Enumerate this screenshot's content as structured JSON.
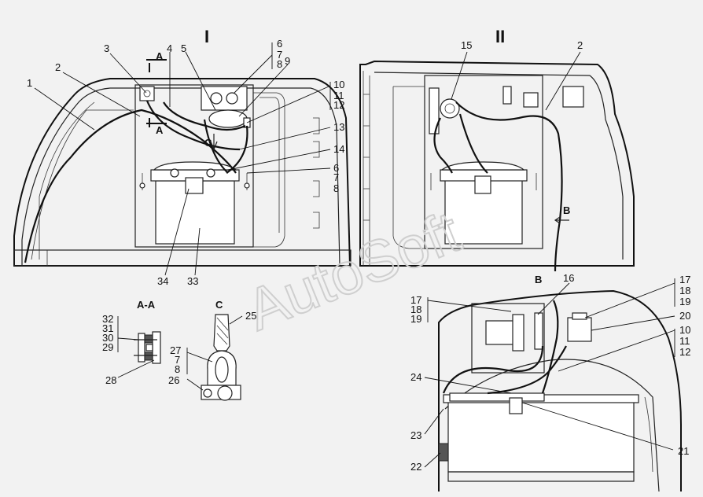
{
  "view_titles": {
    "view1": "I",
    "view2": "II"
  },
  "section_titles": {
    "aa": "A-A",
    "c": "C"
  },
  "arrow_letters": {
    "a_top": "A",
    "a_bottom": "A",
    "c": "C",
    "b_arrow": "B",
    "b_view": "B"
  },
  "labels": {
    "l1": "1",
    "l2a": "2",
    "l3": "3",
    "l4": "4",
    "l5": "5",
    "l6a": "6",
    "l7a": "7",
    "l8a": "8",
    "l9": "9",
    "l10a": "10",
    "l11a": "11",
    "l12a": "12",
    "l13": "13",
    "l14": "14",
    "l6b": "6",
    "l7b": "7",
    "l8b": "8",
    "l34": "34",
    "l33": "33",
    "l15": "15",
    "l2b": "2",
    "l16": "16",
    "l17a": "17",
    "l18a": "18",
    "l19a": "19",
    "l17b": "17",
    "l18b": "18",
    "l19b": "19",
    "l20": "20",
    "l10b": "10",
    "l11b": "11",
    "l12b": "12",
    "l24": "24",
    "l23": "23",
    "l22": "22",
    "l21": "21",
    "l32": "32",
    "l31": "31",
    "l30": "30",
    "l29": "29",
    "l28": "28",
    "l25": "25",
    "l27": "27",
    "l7c": "7",
    "l8c": "8",
    "l26": "26"
  },
  "watermark": "AutoSoft"
}
